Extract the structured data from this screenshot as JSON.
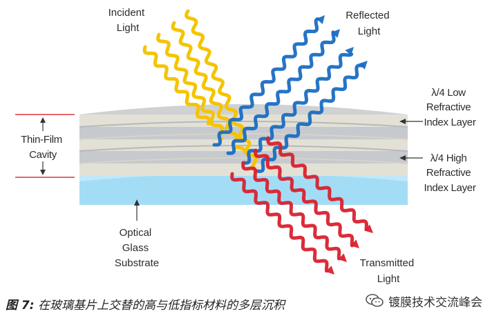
{
  "labels": {
    "incident": [
      "Incident",
      "Light"
    ],
    "reflected": [
      "Reflected",
      "Light"
    ],
    "low_layer": [
      "λ/4 Low",
      "Refractive",
      "Index Layer"
    ],
    "high_layer": [
      "λ/4 High",
      "Refractive",
      "Index Layer"
    ],
    "cavity": [
      "Thin-Film",
      "Cavity"
    ],
    "substrate": [
      "Optical",
      "Glass",
      "Substrate"
    ],
    "transmitted": [
      "Transmitted",
      "Light"
    ]
  },
  "caption": {
    "fig": "图 7:",
    "text": " 在玻璃基片上交替的高与低指标材料的多层沉积"
  },
  "watermark": {
    "text": "镀膜技术交流峰会",
    "icon": "wechat-icon"
  },
  "colors": {
    "incident": "#f5c400",
    "reflected": "#1a6dc2",
    "transmitted": "#d9212f",
    "low_layer": "#e2e0d4",
    "high_layer": "#c4c7cb",
    "substrate": "#9fdcf5",
    "cavity_line": "#e0303a"
  }
}
